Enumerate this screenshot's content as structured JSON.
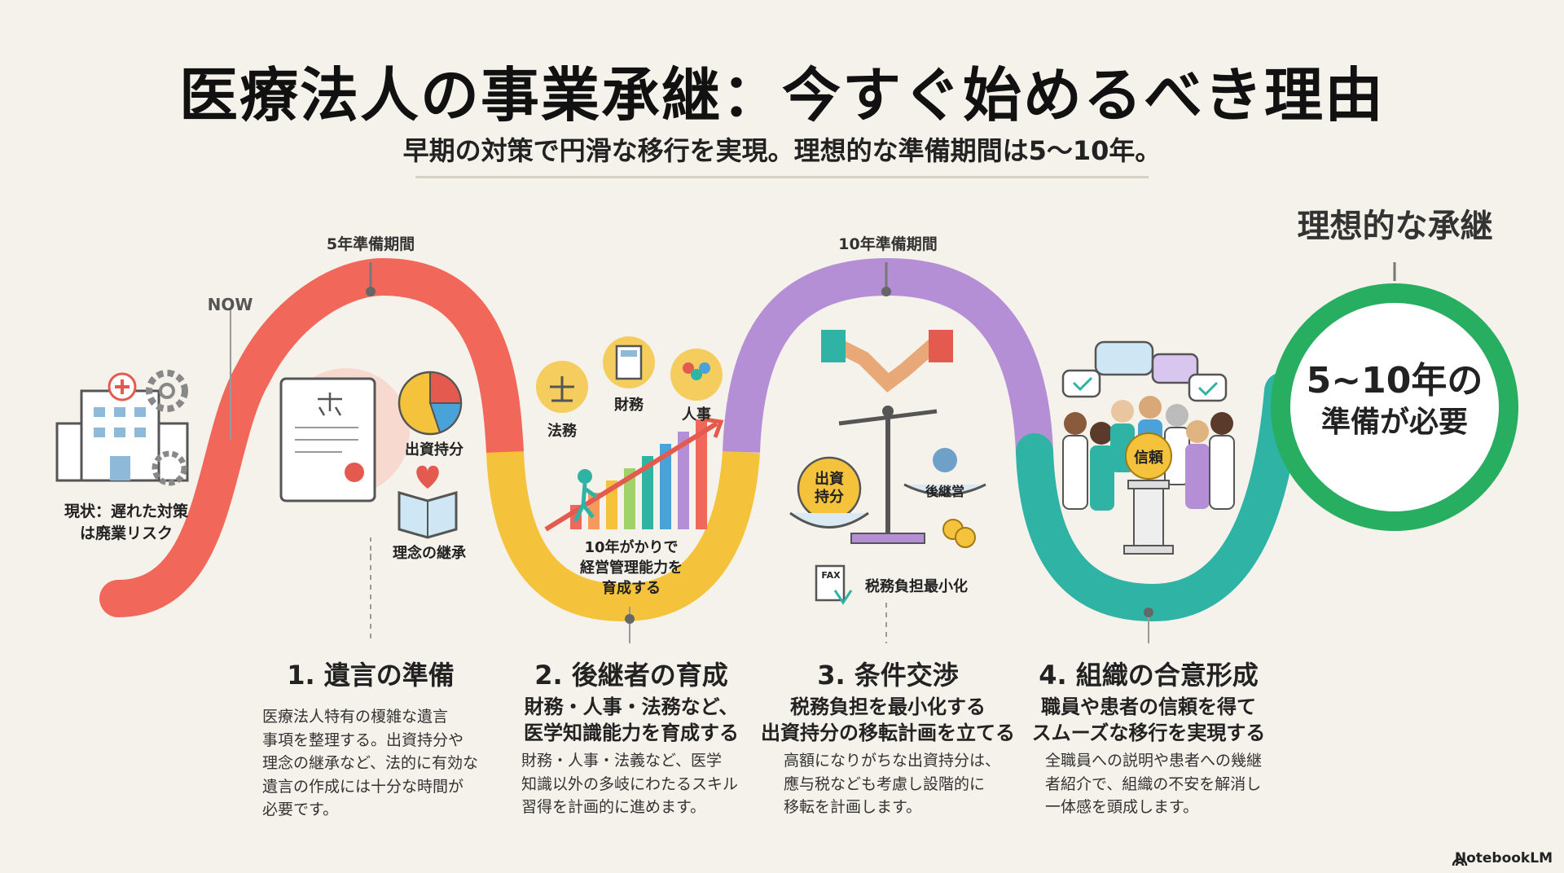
{
  "title": "医療法人の事業承継：今すぐ始めるべき理由",
  "subtitle": "早期の対策で円滑な移行を実現。理想的な準備期間は5～10年。",
  "timeline": {
    "period_5": "5年準備期間",
    "period_10": "10年準備期間",
    "now": "NOW",
    "ideal_title": "理想的な承継",
    "ideal_circle_line1": "5~10年の",
    "ideal_circle_line2": "準備が必要",
    "current_state": "現状：遅れた対策\nは廃業リスク"
  },
  "illustration_labels": {
    "investment_share": "出資持分",
    "philosophy": "理念の継承",
    "law": "法務",
    "finance": "財務",
    "hr": "人事",
    "growth_caption": "10年がかりで\n経営管理能力を\n育成する",
    "scale_left": "出資\n持分",
    "scale_right": "後継営",
    "fax": "FAX",
    "tax_min": "税務負担最小化",
    "trust": "信頼"
  },
  "steps": [
    {
      "title": "1. 遺言の準備",
      "subtitle": "",
      "body": "医療法人特有の榎雑な遺言\n事項を整理する。出資持分や\n理念の継承など、法的に有効な\n遺言の作成には十分な時間が\n必要です。"
    },
    {
      "title": "2. 後継者の育成",
      "subtitle": "財務・人事・法務など、\n医学知識能力を育成する",
      "body": "財務・人事・法義など、医学\n知識以外の多岐にわたるスキル\n習得を計画的に進めます。"
    },
    {
      "title": "3. 条件交渉",
      "subtitle": "税務負担を最小化する\n出資持分の移転計画を立てる",
      "body": "高額になりがちな出資持分は、\n應与税なども考慮し設階的に\n移転を計画します。"
    },
    {
      "title": "4. 組織の合意形成",
      "subtitle": "職員や患者の信頼を得て\nスムーズな移行を実現する",
      "body": "全職員への説明や患者への幾継\n者紹介で、組織の不安を解消し\n一体感を頭成します。"
    }
  ],
  "footer": "NotebookLM",
  "colors": {
    "red": "#f1685a",
    "yellow": "#f5c33b",
    "purple": "#b58fd6",
    "teal": "#2fb3a4",
    "green": "#27ae60"
  }
}
